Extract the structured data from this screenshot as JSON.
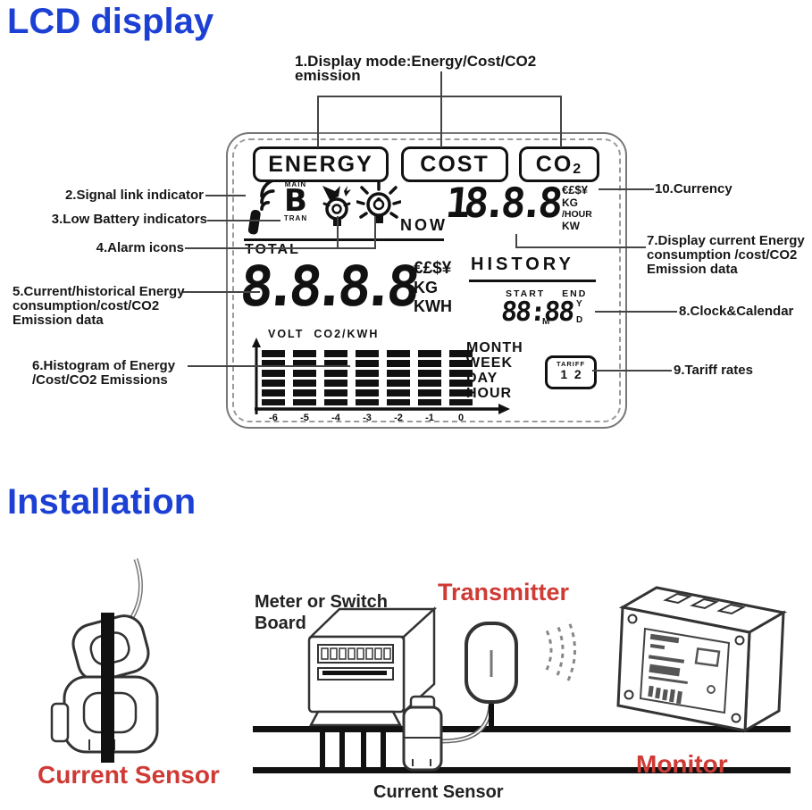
{
  "lcd_section": {
    "title": "LCD display",
    "callouts": {
      "c1": "1.Display mode:Energy/Cost/CO2 emission",
      "c2": "2.Signal link indicator",
      "c3": "3.Low Battery indicators",
      "c4": "4.Alarm icons",
      "c5a": "5.Current/historical Energy",
      "c5b": "consumption/cost/CO2",
      "c5c": "Emission data",
      "c6a": "6.Histogram of Energy",
      "c6b": "/Cost/CO2 Emissions",
      "c7a": "7.Display current Energy",
      "c7b": "consumption /cost/CO2",
      "c7c": "Emission data",
      "c8": "8.Clock&Calendar",
      "c9": "9.Tariff rates",
      "c10": "10.Currency"
    },
    "screen": {
      "modes": {
        "energy": "ENERGY",
        "cost": "COST",
        "co2_base": "CO",
        "co2_sub": "2"
      },
      "battery": {
        "top": "MAIN",
        "letter": "B",
        "bottom": "TRAN"
      },
      "now": {
        "label": "NOW",
        "value": "18.8.8",
        "units": [
          "€£$¥",
          "KG",
          "/HOUR",
          "KW"
        ]
      },
      "total_label": "TOTAL",
      "main": {
        "value": "8.8.8.8",
        "units": [
          "€£$¥",
          "KG",
          "KWH"
        ]
      },
      "history_label": "HISTORY",
      "clock": {
        "start": "START",
        "end": "END",
        "value": "88:88",
        "y": "Y",
        "m": "M",
        "d": "D"
      },
      "volt_label": "VOLT  CO2/KWH",
      "histogram": {
        "x_labels": [
          "-6",
          "-5",
          "-4",
          "-3",
          "-2",
          "-1",
          "0"
        ],
        "bars": 7,
        "segments_per_bar": 6,
        "all_bars_full": true
      },
      "periods": [
        "MONTH",
        "WEEK",
        "DAY",
        "HOUR"
      ],
      "tariff": {
        "label": "TARIFF",
        "values": "1  2"
      }
    }
  },
  "installation_section": {
    "title": "Installation",
    "labels": {
      "current_sensor_left": "Current Sensor",
      "meter_line1": "Meter or Switch",
      "meter_line2": "Board",
      "transmitter": "Transmitter",
      "monitor": "Monitor",
      "current_sensor_bottom": "Current Sensor"
    }
  },
  "colors": {
    "title_blue": "#1d40d4",
    "label_red": "#cf3a35",
    "ink": "#171717"
  }
}
